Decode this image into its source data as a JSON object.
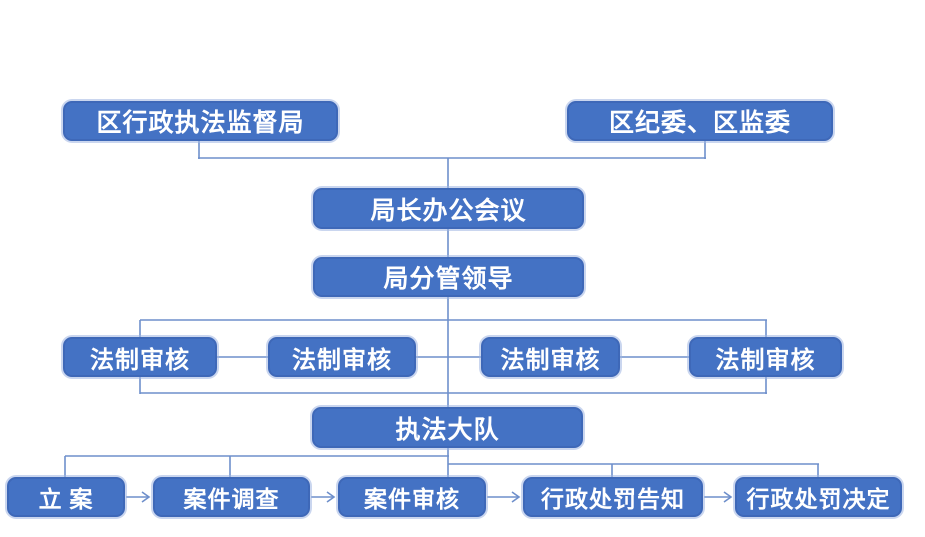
{
  "diagram": {
    "colors": {
      "node-fill": "#4472C4",
      "node-border": "#3E68B8",
      "node-text": "#FFFFFF",
      "line": "#6E8FCB"
    },
    "nodes": {
      "supervision_bureau": "区行政执法监督局",
      "discipline_committee": "区纪委、区监委",
      "directors_meeting": "局长办公会议",
      "deputy_leader": "局分管领导",
      "legal_review_1": "法制审核",
      "legal_review_2": "法制审核",
      "legal_review_3": "法制审核",
      "legal_review_4": "法制审核",
      "enforcement_brigade": "执法大队",
      "case_filing": "立 案",
      "case_investigation": "案件调查",
      "case_review": "案件审核",
      "penalty_notification": "行政处罚告知",
      "penalty_decision": "行政处罚决定"
    }
  }
}
